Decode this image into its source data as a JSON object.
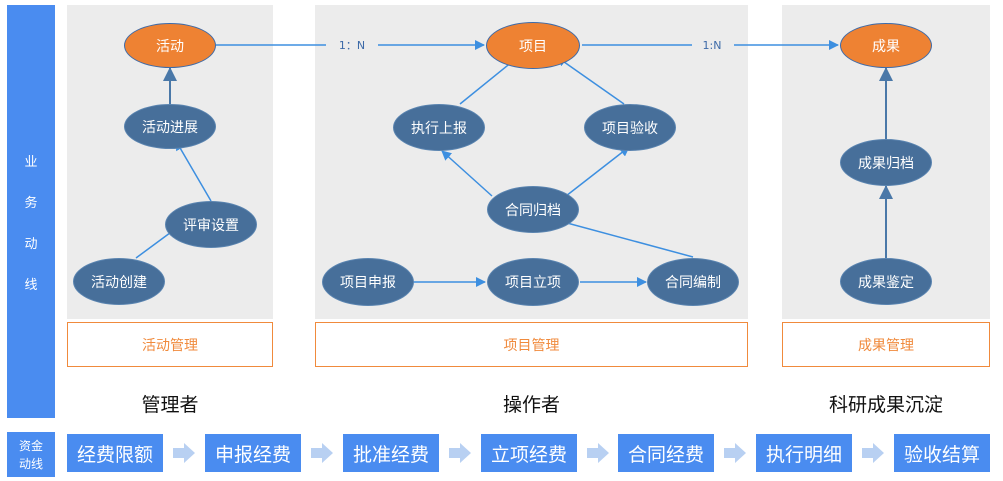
{
  "sidebar": {
    "business_flow_chars": [
      "业",
      "务",
      "动",
      "线"
    ],
    "fund_flow_lines": [
      "资金",
      "动线"
    ]
  },
  "panels": {
    "activity": {
      "management_label": "活动管理",
      "role": "管理者",
      "nodes": {
        "activity": "活动",
        "progress": "活动进展",
        "review": "评审设置",
        "create": "活动创建"
      }
    },
    "project": {
      "management_label": "项目管理",
      "role": "操作者",
      "nodes": {
        "project": "项目",
        "exec_report": "执行上报",
        "acceptance": "项目验收",
        "contract_archive": "合同归档",
        "apply": "项目申报",
        "approval": "项目立项",
        "contract_draft": "合同编制"
      }
    },
    "result": {
      "management_label": "成果管理",
      "role": "科研成果沉淀",
      "nodes": {
        "result": "成果",
        "archive": "成果归档",
        "appraisal": "成果鉴定"
      }
    }
  },
  "relations": {
    "activity_project": "1：N",
    "project_result": "1:N"
  },
  "fund_flow": [
    "经费限额",
    "申报经费",
    "批准经费",
    "立项经费",
    "合同经费",
    "执行明细",
    "验收结算"
  ],
  "colors": {
    "sidebar_blue": "#4a8cf0",
    "node_blue": "#476f9a",
    "node_orange": "#ee8233",
    "arrow_blue": "#3d8fe0",
    "mgmt_orange": "#f08a3c",
    "panel_gray": "#ececec"
  }
}
